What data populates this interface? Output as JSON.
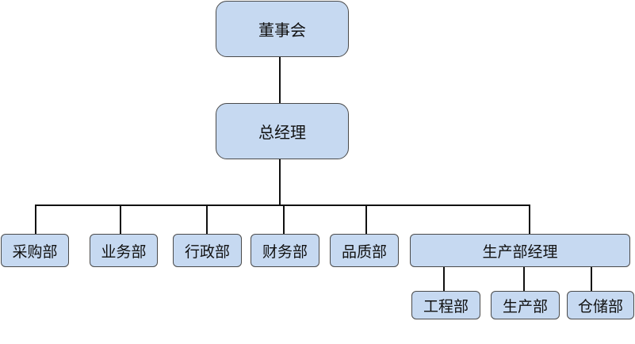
{
  "org_chart": {
    "board": "董事会",
    "general_manager": "总经理",
    "departments": [
      "采购部",
      "业务部",
      "行政部",
      "财务部",
      "品质部",
      "生产部经理"
    ],
    "production_sub_departments": [
      "工程部",
      "生产部",
      "仓储部"
    ]
  },
  "colors": {
    "node_fill": "#c6d9f1",
    "node_border": "#4a4a4a",
    "connector": "#111111"
  }
}
